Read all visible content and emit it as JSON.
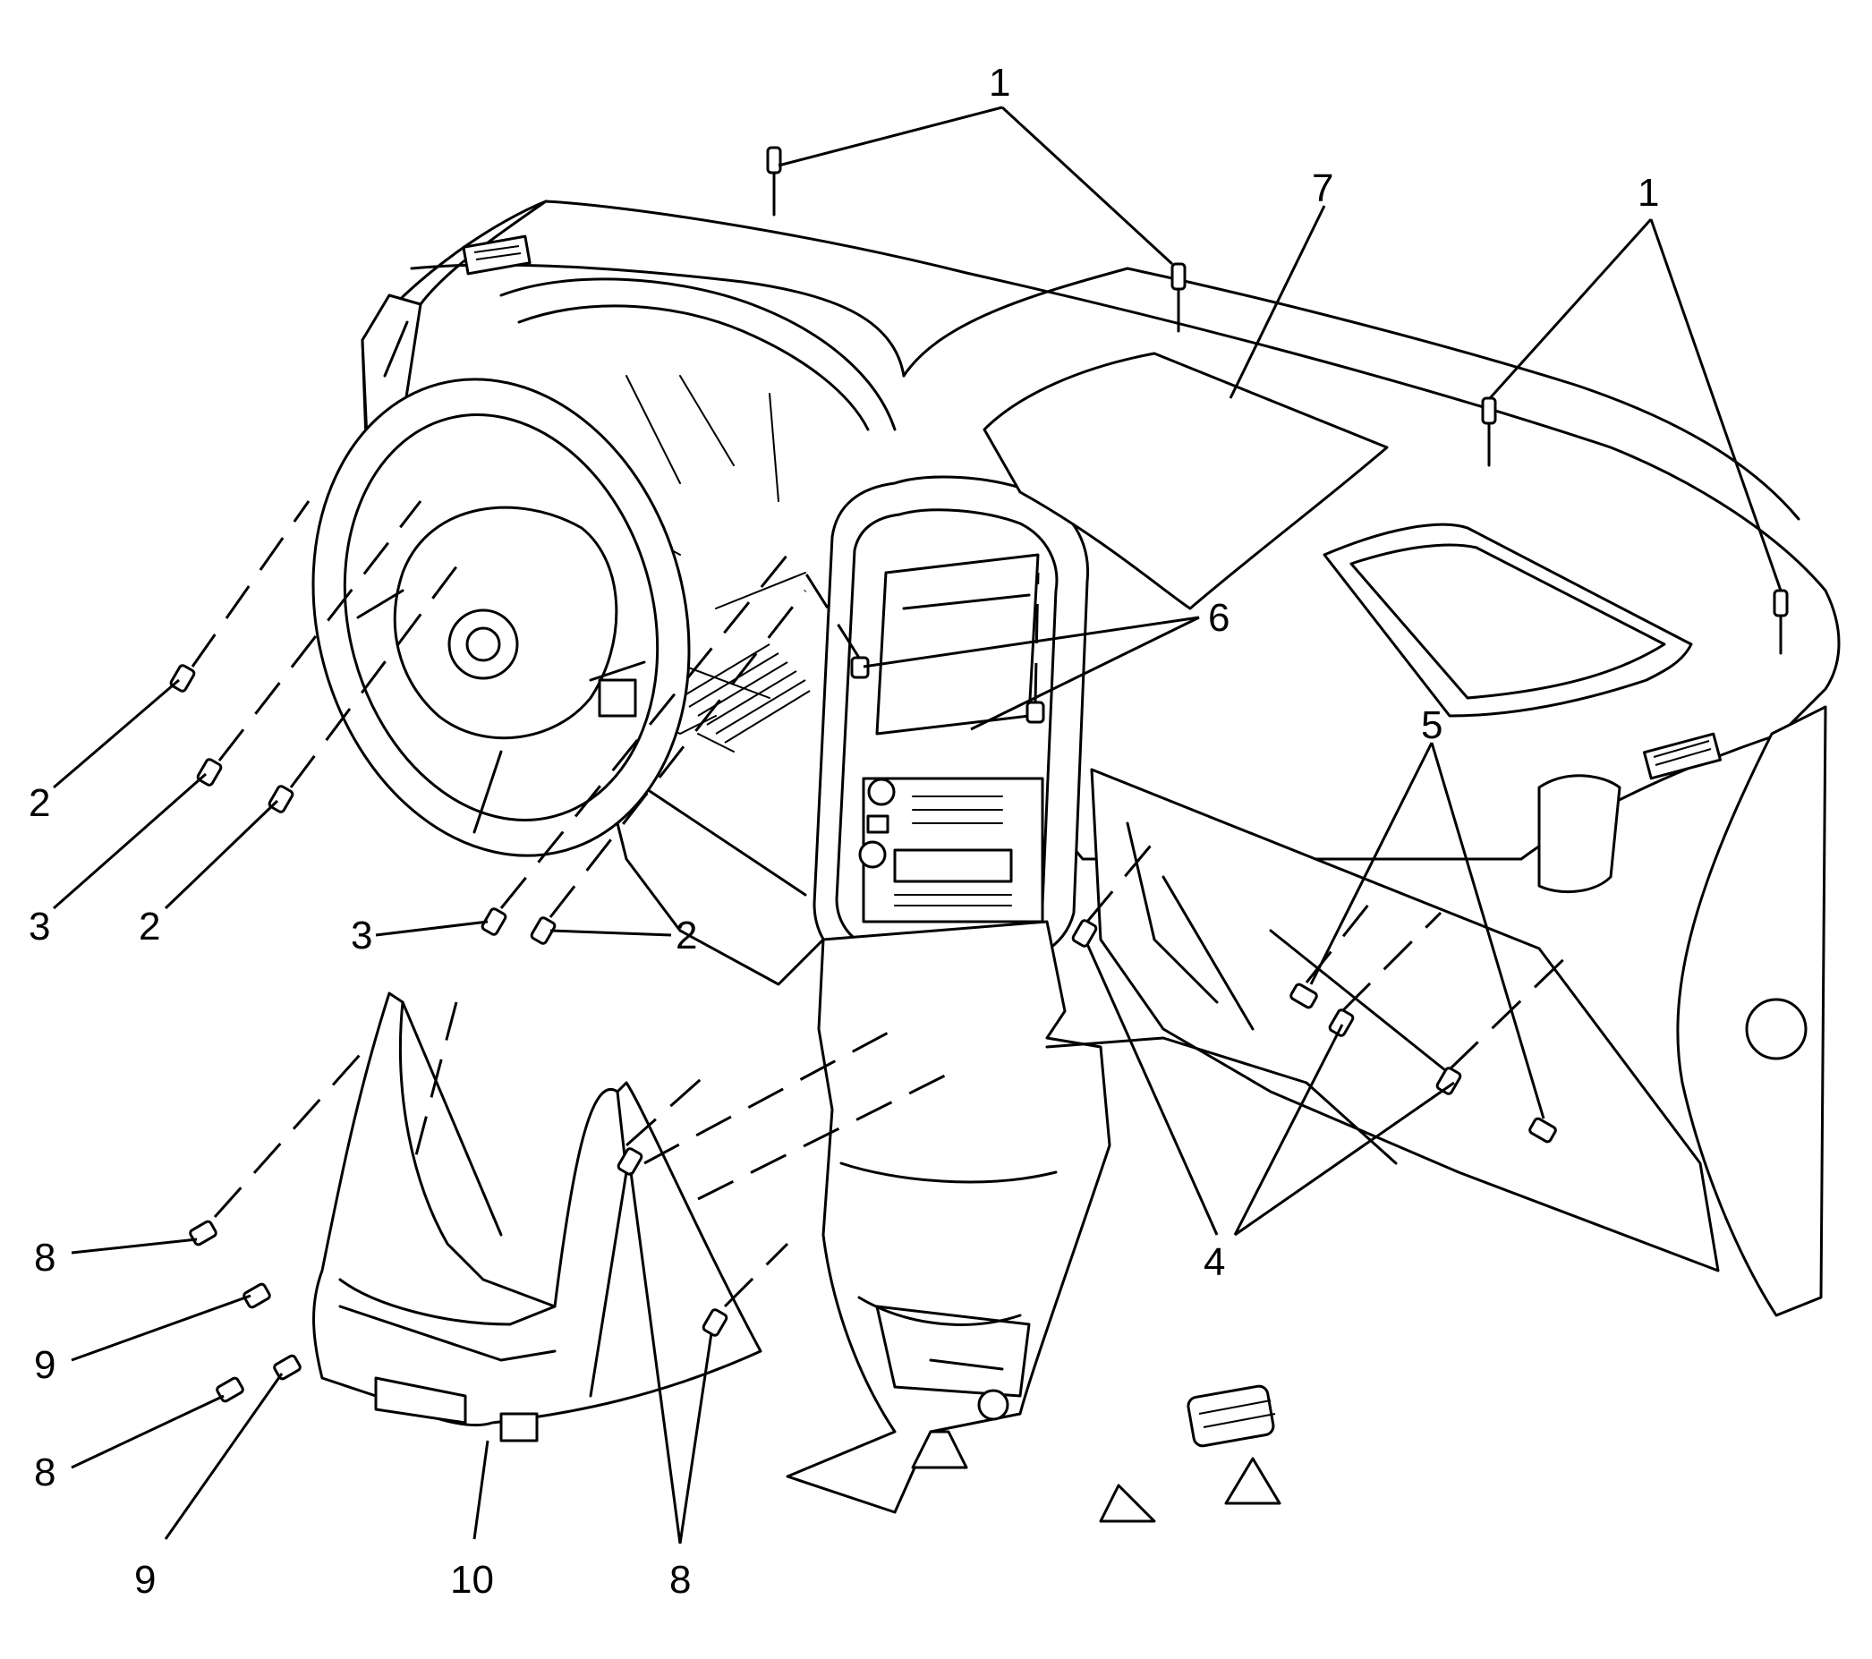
{
  "diagram": {
    "callouts": [
      "1",
      "1",
      "2",
      "3",
      "2",
      "3",
      "2",
      "4",
      "5",
      "6",
      "7",
      "8",
      "9",
      "8",
      "9",
      "10",
      "8"
    ]
  }
}
